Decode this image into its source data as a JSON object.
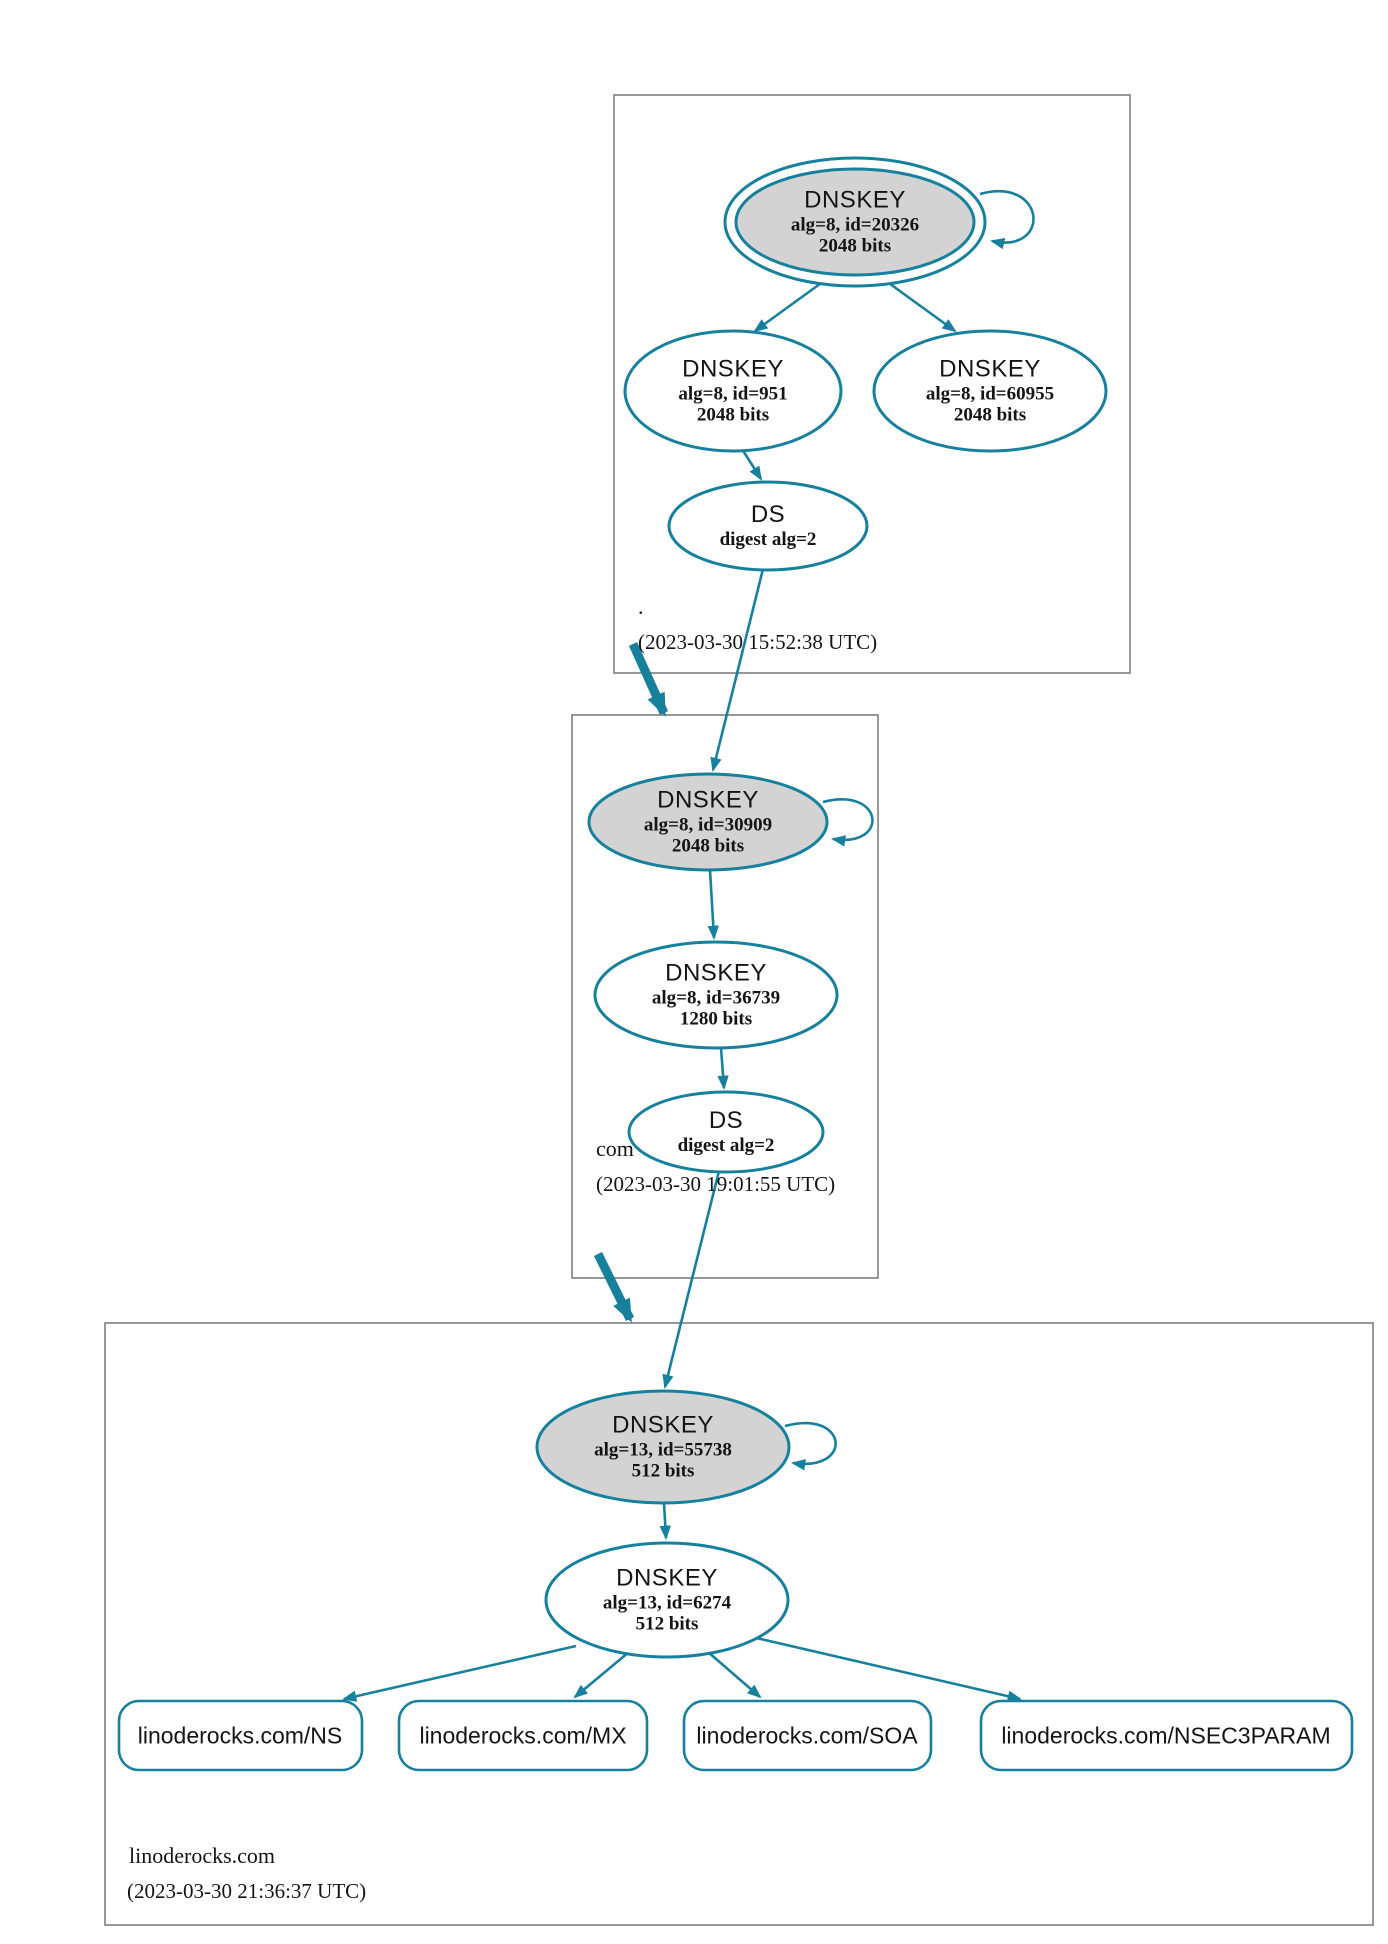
{
  "colors": {
    "edge": "#17809d",
    "node_fill": "#d3d3d3",
    "box_border": "#7d7d7d",
    "text": "#141414"
  },
  "zones": [
    {
      "label": ".",
      "timestamp": "(2023-03-30 15:52:38 UTC)",
      "nodes": [
        {
          "id": "root-ksk",
          "title": "DNSKEY",
          "detail1": "alg=8, id=20326",
          "detail2": "2048 bits"
        },
        {
          "id": "root-zsk",
          "title": "DNSKEY",
          "detail1": "alg=8, id=951",
          "detail2": "2048 bits"
        },
        {
          "id": "root-key2",
          "title": "DNSKEY",
          "detail1": "alg=8, id=60955",
          "detail2": "2048 bits"
        },
        {
          "id": "root-ds",
          "title": "DS",
          "detail1": "digest alg=2"
        }
      ]
    },
    {
      "label": "com",
      "timestamp": "(2023-03-30 19:01:55 UTC)",
      "nodes": [
        {
          "id": "com-ksk",
          "title": "DNSKEY",
          "detail1": "alg=8, id=30909",
          "detail2": "2048 bits"
        },
        {
          "id": "com-zsk",
          "title": "DNSKEY",
          "detail1": "alg=8, id=36739",
          "detail2": "1280 bits"
        },
        {
          "id": "com-ds",
          "title": "DS",
          "detail1": "digest alg=2"
        }
      ]
    },
    {
      "label": "linoderocks.com",
      "timestamp": "(2023-03-30 21:36:37 UTC)",
      "nodes": [
        {
          "id": "lr-ksk",
          "title": "DNSKEY",
          "detail1": "alg=13, id=55738",
          "detail2": "512 bits"
        },
        {
          "id": "lr-zsk",
          "title": "DNSKEY",
          "detail1": "alg=13, id=6274",
          "detail2": "512 bits"
        }
      ],
      "rrsets": [
        "linoderocks.com/NS",
        "linoderocks.com/MX",
        "linoderocks.com/SOA",
        "linoderocks.com/NSEC3PARAM"
      ]
    }
  ]
}
